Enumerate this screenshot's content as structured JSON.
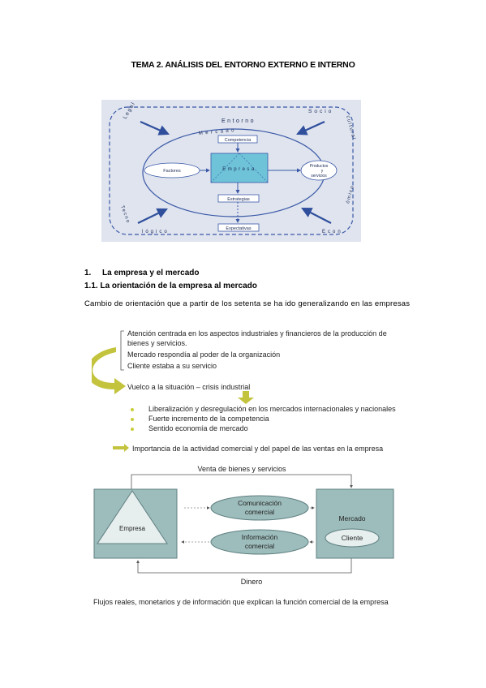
{
  "page": {
    "title": "TEMA 2. ANÁLISIS DEL ENTORNO EXTERNO E INTERNO",
    "section1_number": "1.",
    "section1_title": "La empresa y el mercado",
    "section11_title": "1.1. La orientación de la empresa al mercado",
    "intro": "Cambio de orientación que a partir de los setenta se ha ido generalizando en las empresas"
  },
  "figure1": {
    "entorno": "Entorno",
    "legal": "Legal",
    "socio": "Socio",
    "cultural": "cultural",
    "tecno": "Tecno",
    "logico": "lógico",
    "econ": "Econ",
    "omico": "ómico",
    "mercado": "Mercado",
    "competencia": "Competencia",
    "empresa": "Empresa",
    "factores": "Factores",
    "productos": "Productos",
    "y": "y",
    "servicios": "servicios",
    "estrategias": "Estrategias",
    "expectativas": "Expectativas"
  },
  "figure2": {
    "line1": "Atención centrada en los aspectos industriales y financieros de la producción de",
    "line2": "bienes y servicios.",
    "line3": "Mercado respondía al poder de la organización",
    "line4": "Cliente estaba a su servicio",
    "line5": "Vuelco a la situación – crisis industrial",
    "bullets": [
      "Liberalización y desregulación en los mercados internacionales y nacionales",
      "Fuerte incremento de la competencia",
      "Sentido economía de mercado"
    ],
    "conclusion": "Importancia de la actividad comercial y del papel de las ventas en la empresa"
  },
  "figure3": {
    "top_flow": "Venta de bienes y servicios",
    "empresa": "Empresa",
    "comunicacion1": "Comunicación",
    "comunicacion2": "comercial",
    "informacion1": "Información",
    "informacion2": "comercial",
    "mercado": "Mercado",
    "cliente": "Cliente",
    "dinero": "Dinero",
    "caption": "Flujos reales, monetarios y de información que explican la función comercial de la empresa"
  },
  "colors": {
    "fig1_bg": "#dfe4ef",
    "fig1_line": "#3a58a6",
    "fig1_box": "#6ec3d8",
    "fig3_box": "#9dbdbc",
    "fig3_border": "#5f7f80",
    "arrow_olive": "#c3c33d"
  }
}
